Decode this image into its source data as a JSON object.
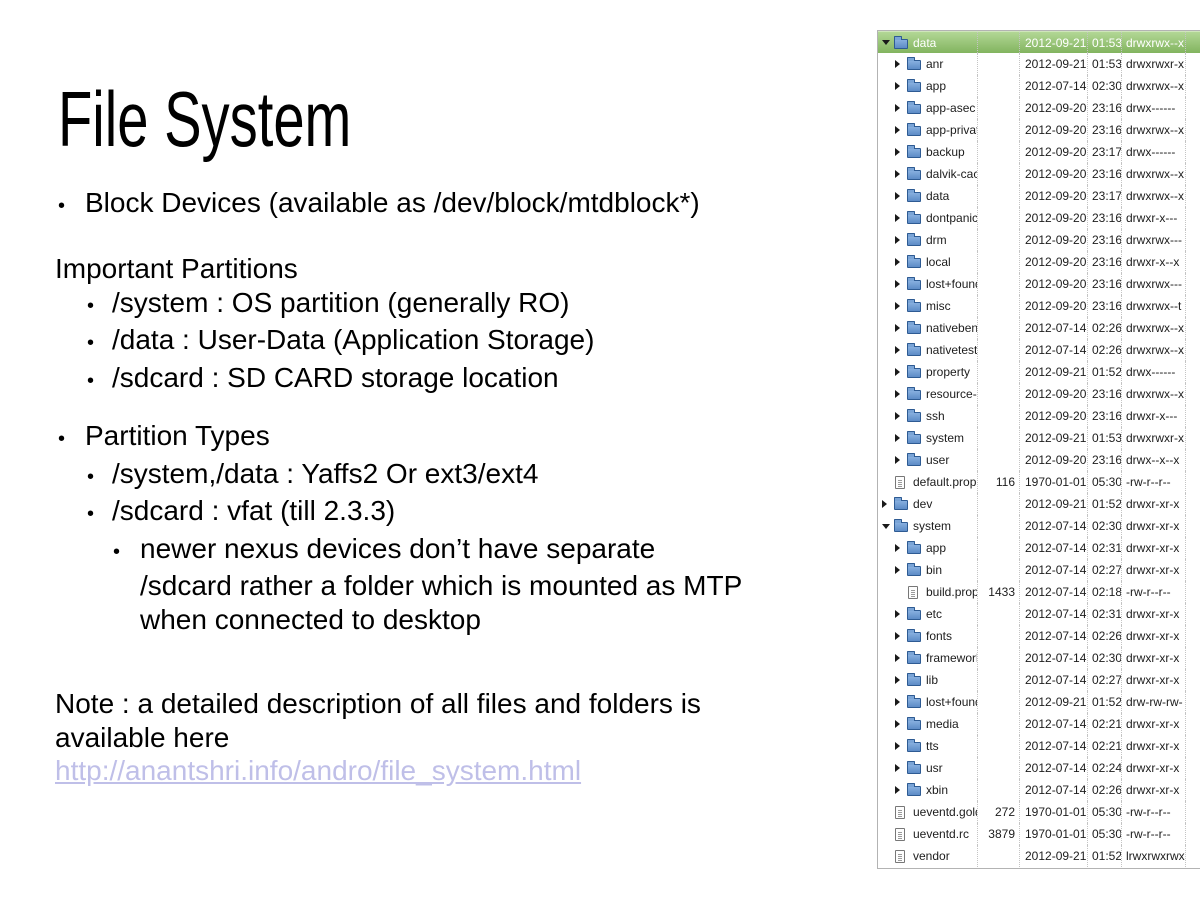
{
  "slide": {
    "title": "File System",
    "block_devices": "Block Devices (available as /dev/block/mtdblock*)",
    "partitions_header": "Important Partitions",
    "partitions": [
      "/system : OS partition (generally RO)",
      "/data : User-Data (Application Storage)",
      "/sdcard : SD CARD storage location"
    ],
    "types_header": "Partition Types",
    "types": [
      "/system,/data : Yaffs2 Or ext3/ext4",
      "/sdcard : vfat (till 2.3.3)"
    ],
    "types_note_lines": [
      "newer nexus devices don’t have separate",
      "/sdcard rather a folder which is mounted as MTP",
      "when connected to desktop"
    ],
    "note_lines": [
      "Note : a detailed description of all files and folders is",
      "available here"
    ],
    "link_text": "http://anantshri.info/andro/file_system.html",
    "link_color": "#bfbfe8"
  },
  "file_panel": {
    "selected_row_color": "#8fbf70",
    "rows": [
      {
        "level": 0,
        "kind": "folder",
        "expanded": true,
        "selected": true,
        "name": "data",
        "size": "",
        "date": "2012-09-21",
        "time": "01:53",
        "perms": "drwxrwx--x"
      },
      {
        "level": 1,
        "kind": "folder",
        "expanded": false,
        "selected": false,
        "name": "anr",
        "size": "",
        "date": "2012-09-21",
        "time": "01:53",
        "perms": "drwxrwxr-x"
      },
      {
        "level": 1,
        "kind": "folder",
        "expanded": false,
        "selected": false,
        "name": "app",
        "size": "",
        "date": "2012-07-14",
        "time": "02:30",
        "perms": "drwxrwx--x"
      },
      {
        "level": 1,
        "kind": "folder",
        "expanded": false,
        "selected": false,
        "name": "app-asec",
        "size": "",
        "date": "2012-09-20",
        "time": "23:16",
        "perms": "drwx------"
      },
      {
        "level": 1,
        "kind": "folder",
        "expanded": false,
        "selected": false,
        "name": "app-private",
        "size": "",
        "date": "2012-09-20",
        "time": "23:16",
        "perms": "drwxrwx--x"
      },
      {
        "level": 1,
        "kind": "folder",
        "expanded": false,
        "selected": false,
        "name": "backup",
        "size": "",
        "date": "2012-09-20",
        "time": "23:17",
        "perms": "drwx------"
      },
      {
        "level": 1,
        "kind": "folder",
        "expanded": false,
        "selected": false,
        "name": "dalvik-cach",
        "size": "",
        "date": "2012-09-20",
        "time": "23:16",
        "perms": "drwxrwx--x"
      },
      {
        "level": 1,
        "kind": "folder",
        "expanded": false,
        "selected": false,
        "name": "data",
        "size": "",
        "date": "2012-09-20",
        "time": "23:17",
        "perms": "drwxrwx--x"
      },
      {
        "level": 1,
        "kind": "folder",
        "expanded": false,
        "selected": false,
        "name": "dontpanic",
        "size": "",
        "date": "2012-09-20",
        "time": "23:16",
        "perms": "drwxr-x---"
      },
      {
        "level": 1,
        "kind": "folder",
        "expanded": false,
        "selected": false,
        "name": "drm",
        "size": "",
        "date": "2012-09-20",
        "time": "23:16",
        "perms": "drwxrwx---"
      },
      {
        "level": 1,
        "kind": "folder",
        "expanded": false,
        "selected": false,
        "name": "local",
        "size": "",
        "date": "2012-09-20",
        "time": "23:16",
        "perms": "drwxr-x--x"
      },
      {
        "level": 1,
        "kind": "folder",
        "expanded": false,
        "selected": false,
        "name": "lost+found",
        "size": "",
        "date": "2012-09-20",
        "time": "23:16",
        "perms": "drwxrwx---"
      },
      {
        "level": 1,
        "kind": "folder",
        "expanded": false,
        "selected": false,
        "name": "misc",
        "size": "",
        "date": "2012-09-20",
        "time": "23:16",
        "perms": "drwxrwx--t"
      },
      {
        "level": 1,
        "kind": "folder",
        "expanded": false,
        "selected": false,
        "name": "nativebench",
        "size": "",
        "date": "2012-07-14",
        "time": "02:26",
        "perms": "drwxrwx--x"
      },
      {
        "level": 1,
        "kind": "folder",
        "expanded": false,
        "selected": false,
        "name": "nativetest",
        "size": "",
        "date": "2012-07-14",
        "time": "02:26",
        "perms": "drwxrwx--x"
      },
      {
        "level": 1,
        "kind": "folder",
        "expanded": false,
        "selected": false,
        "name": "property",
        "size": "",
        "date": "2012-09-21",
        "time": "01:52",
        "perms": "drwx------"
      },
      {
        "level": 1,
        "kind": "folder",
        "expanded": false,
        "selected": false,
        "name": "resource-ca",
        "size": "",
        "date": "2012-09-20",
        "time": "23:16",
        "perms": "drwxrwx--x"
      },
      {
        "level": 1,
        "kind": "folder",
        "expanded": false,
        "selected": false,
        "name": "ssh",
        "size": "",
        "date": "2012-09-20",
        "time": "23:16",
        "perms": "drwxr-x---"
      },
      {
        "level": 1,
        "kind": "folder",
        "expanded": false,
        "selected": false,
        "name": "system",
        "size": "",
        "date": "2012-09-21",
        "time": "01:53",
        "perms": "drwxrwxr-x"
      },
      {
        "level": 1,
        "kind": "folder",
        "expanded": false,
        "selected": false,
        "name": "user",
        "size": "",
        "date": "2012-09-20",
        "time": "23:16",
        "perms": "drwx--x--x"
      },
      {
        "level": 0,
        "kind": "file",
        "expanded": null,
        "selected": false,
        "name": "default.prop",
        "size": "116",
        "date": "1970-01-01",
        "time": "05:30",
        "perms": "-rw-r--r--"
      },
      {
        "level": 0,
        "kind": "folder",
        "expanded": false,
        "selected": false,
        "name": "dev",
        "size": "",
        "date": "2012-09-21",
        "time": "01:52",
        "perms": "drwxr-xr-x"
      },
      {
        "level": 0,
        "kind": "folder",
        "expanded": true,
        "selected": false,
        "name": "system",
        "size": "",
        "date": "2012-07-14",
        "time": "02:30",
        "perms": "drwxr-xr-x"
      },
      {
        "level": 1,
        "kind": "folder",
        "expanded": false,
        "selected": false,
        "name": "app",
        "size": "",
        "date": "2012-07-14",
        "time": "02:31",
        "perms": "drwxr-xr-x"
      },
      {
        "level": 1,
        "kind": "folder",
        "expanded": false,
        "selected": false,
        "name": "bin",
        "size": "",
        "date": "2012-07-14",
        "time": "02:27",
        "perms": "drwxr-xr-x"
      },
      {
        "level": 1,
        "kind": "file",
        "expanded": null,
        "selected": false,
        "name": "build.prop",
        "size": "1433",
        "date": "2012-07-14",
        "time": "02:18",
        "perms": "-rw-r--r--"
      },
      {
        "level": 1,
        "kind": "folder",
        "expanded": false,
        "selected": false,
        "name": "etc",
        "size": "",
        "date": "2012-07-14",
        "time": "02:31",
        "perms": "drwxr-xr-x"
      },
      {
        "level": 1,
        "kind": "folder",
        "expanded": false,
        "selected": false,
        "name": "fonts",
        "size": "",
        "date": "2012-07-14",
        "time": "02:26",
        "perms": "drwxr-xr-x"
      },
      {
        "level": 1,
        "kind": "folder",
        "expanded": false,
        "selected": false,
        "name": "framework",
        "size": "",
        "date": "2012-07-14",
        "time": "02:30",
        "perms": "drwxr-xr-x"
      },
      {
        "level": 1,
        "kind": "folder",
        "expanded": false,
        "selected": false,
        "name": "lib",
        "size": "",
        "date": "2012-07-14",
        "time": "02:27",
        "perms": "drwxr-xr-x"
      },
      {
        "level": 1,
        "kind": "folder",
        "expanded": false,
        "selected": false,
        "name": "lost+found",
        "size": "",
        "date": "2012-09-21",
        "time": "01:52",
        "perms": "drw-rw-rw-"
      },
      {
        "level": 1,
        "kind": "folder",
        "expanded": false,
        "selected": false,
        "name": "media",
        "size": "",
        "date": "2012-07-14",
        "time": "02:21",
        "perms": "drwxr-xr-x"
      },
      {
        "level": 1,
        "kind": "folder",
        "expanded": false,
        "selected": false,
        "name": "tts",
        "size": "",
        "date": "2012-07-14",
        "time": "02:21",
        "perms": "drwxr-xr-x"
      },
      {
        "level": 1,
        "kind": "folder",
        "expanded": false,
        "selected": false,
        "name": "usr",
        "size": "",
        "date": "2012-07-14",
        "time": "02:24",
        "perms": "drwxr-xr-x"
      },
      {
        "level": 1,
        "kind": "folder",
        "expanded": false,
        "selected": false,
        "name": "xbin",
        "size": "",
        "date": "2012-07-14",
        "time": "02:26",
        "perms": "drwxr-xr-x"
      },
      {
        "level": 0,
        "kind": "file",
        "expanded": null,
        "selected": false,
        "name": "ueventd.goldf",
        "size": "272",
        "date": "1970-01-01",
        "time": "05:30",
        "perms": "-rw-r--r--"
      },
      {
        "level": 0,
        "kind": "file",
        "expanded": null,
        "selected": false,
        "name": "ueventd.rc",
        "size": "3879",
        "date": "1970-01-01",
        "time": "05:30",
        "perms": "-rw-r--r--"
      },
      {
        "level": 0,
        "kind": "file",
        "expanded": null,
        "selected": false,
        "name": "vendor",
        "size": "",
        "date": "2012-09-21",
        "time": "01:52",
        "perms": "lrwxrwxrwx"
      }
    ]
  }
}
